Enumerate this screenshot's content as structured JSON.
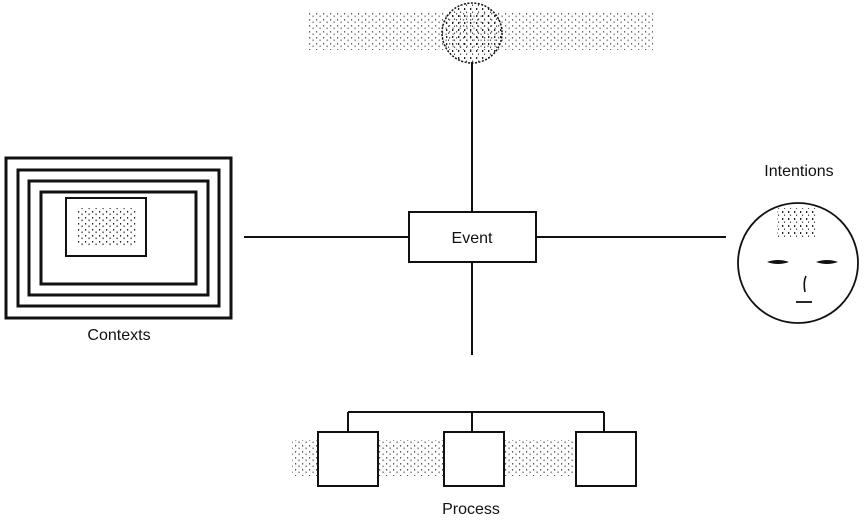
{
  "diagram": {
    "center": {
      "label": "Event"
    },
    "left": {
      "label": "Contexts"
    },
    "right": {
      "label": "Intentions"
    },
    "bottom": {
      "label": "Process"
    },
    "top": {
      "label": ""
    }
  },
  "colors": {
    "ink": "#111111",
    "background": "#ffffff"
  }
}
